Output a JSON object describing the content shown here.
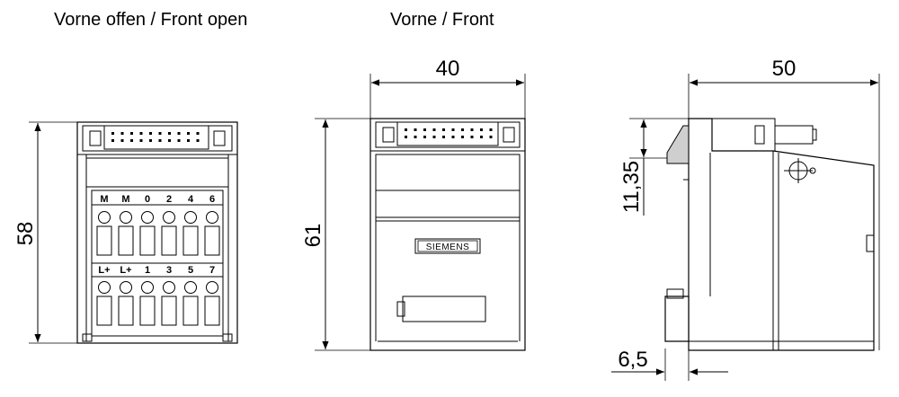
{
  "titles": {
    "front_open": "Vorne offen / Front open",
    "front": "Vorne / Front"
  },
  "dimensions": {
    "height_open": "58",
    "height_front": "61",
    "width_front": "40",
    "depth_side": "50",
    "side_top_offset": "11,35",
    "side_bottom_offset": "6,5"
  },
  "terminals": {
    "top_row": [
      "M",
      "M",
      "0",
      "2",
      "4",
      "6"
    ],
    "bottom_row": [
      "L+",
      "L+",
      "1",
      "3",
      "5",
      "7"
    ]
  },
  "brand": "SIEMENS"
}
